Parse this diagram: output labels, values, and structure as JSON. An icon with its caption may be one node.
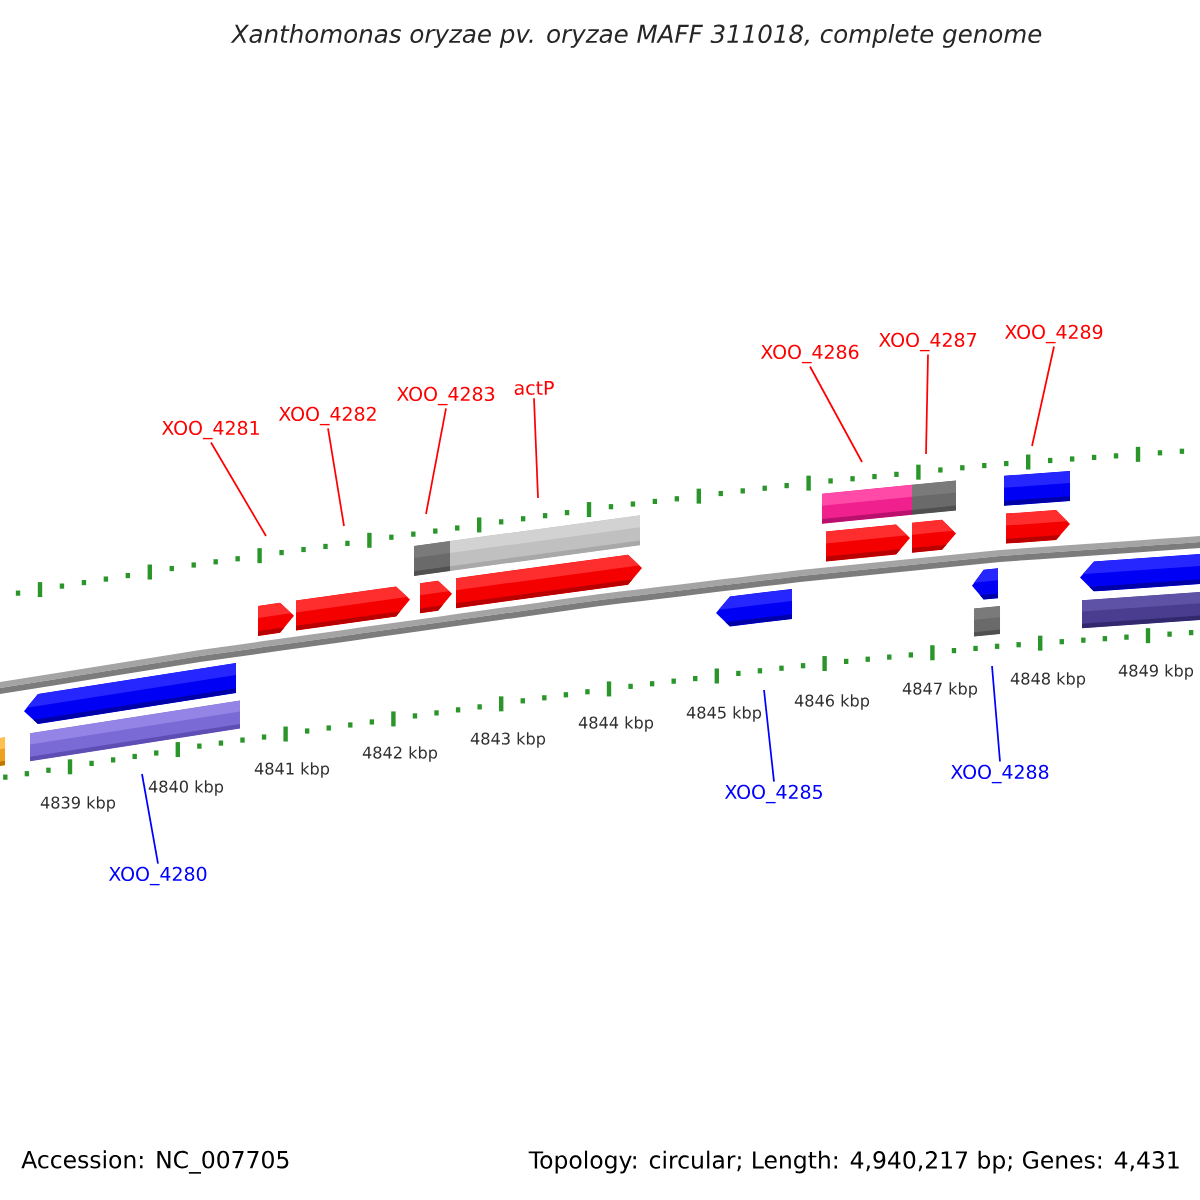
{
  "diagram": {
    "title": "Xanthomonas oryzae pv. oryzae MAFF 311018, complete genome",
    "nodes": [
      {
        "text": [
          "XOO_4281"
        ]
      },
      {
        "text": [
          "XOO_4282"
        ]
      },
      {
        "text": [
          "XOO_4283"
        ]
      },
      {
        "text": [
          "actP"
        ]
      },
      {
        "text": [
          "XOO_4286"
        ]
      },
      {
        "text": [
          "XOO_4287"
        ]
      },
      {
        "text": [
          "XOO_4289"
        ]
      },
      {
        "text": [],
        "shape": "bar"
      },
      {
        "text": [],
        "shape": "bar"
      },
      {
        "text": [],
        "shape": "bar"
      },
      {
        "text": [],
        "shape": "bar"
      },
      {
        "text": [],
        "shape": "bar"
      },
      {
        "text": [],
        "shape": "bar"
      },
      {
        "text": [],
        "shape": "bar"
      },
      {
        "text": [],
        "shape": "bar"
      },
      {
        "text": [],
        "shape": "bar"
      },
      {
        "text": [],
        "shape": "bar"
      },
      {
        "text": [
          "XOO_4280"
        ]
      },
      {
        "text": [
          "XOO_4285"
        ]
      },
      {
        "text": [
          "XOO_4288"
        ]
      }
    ],
    "edges": [
      {
        "from": 0,
        "to": 8,
        "arrow": "none"
      },
      {
        "from": 1,
        "to": 9,
        "arrow": "none"
      },
      {
        "from": 2,
        "to": 10,
        "arrow": "none"
      },
      {
        "from": 3,
        "to": 11,
        "arrow": "none"
      },
      {
        "from": 4,
        "to": 13,
        "arrow": "none"
      },
      {
        "from": 5,
        "to": 14,
        "arrow": "none"
      },
      {
        "from": 6,
        "to": 16,
        "arrow": "none"
      },
      {
        "from": 17,
        "to": 7,
        "arrow": "none",
        "color": "#0000ff"
      },
      {
        "from": 18,
        "to": 12,
        "arrow": "none",
        "color": "#0000ff"
      },
      {
        "from": 19,
        "to": 15,
        "arrow": "none",
        "color": "#0000ff"
      }
    ],
    "labels": [
      "4839 kbp",
      "4840 kbp",
      "4841 kbp",
      "4842 kbp",
      "4843 kbp",
      "4844 kbp",
      "4845 kbp",
      "4846 kbp",
      "4847 kbp",
      "4848 kbp",
      "4849 kbp",
      "Accession: NC_007705",
      "Topology: circular; Length: 4,940,217 bp; Genes: 4,431"
    ]
  }
}
